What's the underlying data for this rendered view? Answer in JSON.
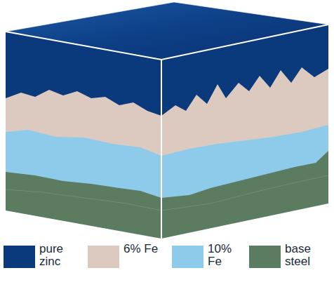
{
  "diagram": {
    "legend": [
      {
        "text": "pure zinc",
        "color": "#0b3a7c"
      },
      {
        "text": "6% Fe",
        "color": "#dccac0"
      },
      {
        "text": "10% Fe",
        "color": "#8ecbea"
      },
      {
        "text": "base steel",
        "color": "#5b7c60"
      }
    ]
  }
}
